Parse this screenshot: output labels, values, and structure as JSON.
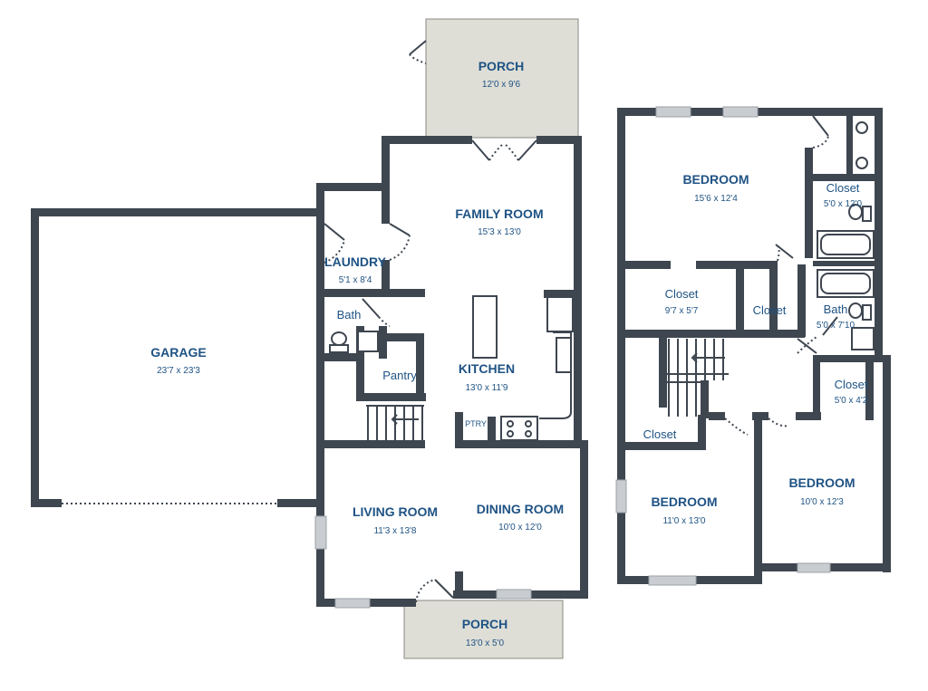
{
  "rooms": {
    "porch_top": {
      "name": "PORCH",
      "dim": "12'0 x 9'6"
    },
    "family_room": {
      "name": "FAMILY ROOM",
      "dim": "15'3 x 13'0"
    },
    "laundry": {
      "name": "LAUNDRY",
      "dim": "5'1 x 8'4"
    },
    "garage": {
      "name": "GARAGE",
      "dim": "23'7 x 23'3"
    },
    "bath_main": {
      "name": "Bath"
    },
    "pantry": {
      "name": "Pantry"
    },
    "kitchen": {
      "name": "KITCHEN",
      "dim": "13'0 x 11'9"
    },
    "ptry": {
      "name": "PTRY"
    },
    "living_room": {
      "name": "LIVING ROOM",
      "dim": "11'3 x 13'8"
    },
    "dining_room": {
      "name": "DINING ROOM",
      "dim": "10'0 x 12'0"
    },
    "porch_bottom": {
      "name": "PORCH",
      "dim": "13'0 x 5'0"
    },
    "bedroom_master": {
      "name": "BEDROOM",
      "dim": "15'6 x 12'4"
    },
    "closet_master": {
      "name": "Closet",
      "dim": "5'0 x 12'0"
    },
    "closet_walk": {
      "name": "Closet",
      "dim": "9'7 x 5'7"
    },
    "closet_hall": {
      "name": "Closet"
    },
    "bath_upper": {
      "name": "Bath",
      "dim": "5'0 x 7'10"
    },
    "closet_bed3": {
      "name": "Closet",
      "dim": "5'0 x 4'2"
    },
    "closet_bed2": {
      "name": "Closet"
    },
    "bedroom_2": {
      "name": "BEDROOM",
      "dim": "11'0 x 13'0"
    },
    "bedroom_3": {
      "name": "BEDROOM",
      "dim": "10'0 x 12'3"
    }
  }
}
